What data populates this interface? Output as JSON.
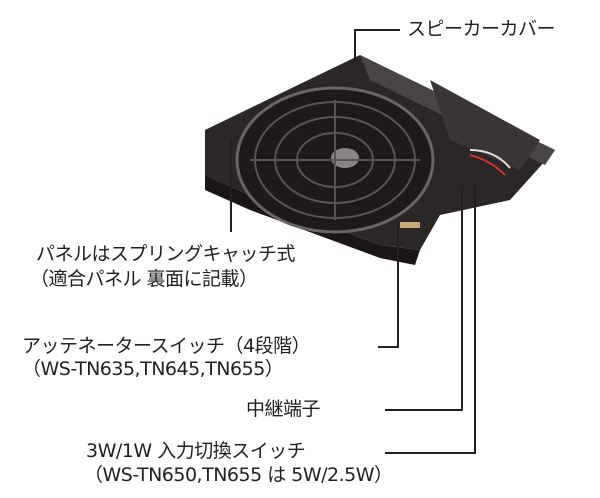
{
  "labels": {
    "speaker_cover": "スピーカーカバー",
    "panel_line1": "パネルはスプリングキャッチ式",
    "panel_line2": "（適合パネル 裏面に記載）",
    "attenuator_line1": "アッテネータースイッチ（4段階）",
    "attenuator_line2": "（WS-TN635,TN645,TN655）",
    "relay_terminal": "中継端子",
    "input_switch_line1": "3W/1W 入力切換スイッチ",
    "input_switch_line2": "（WS-TN650,TN655 は 5W/2.5W）"
  }
}
